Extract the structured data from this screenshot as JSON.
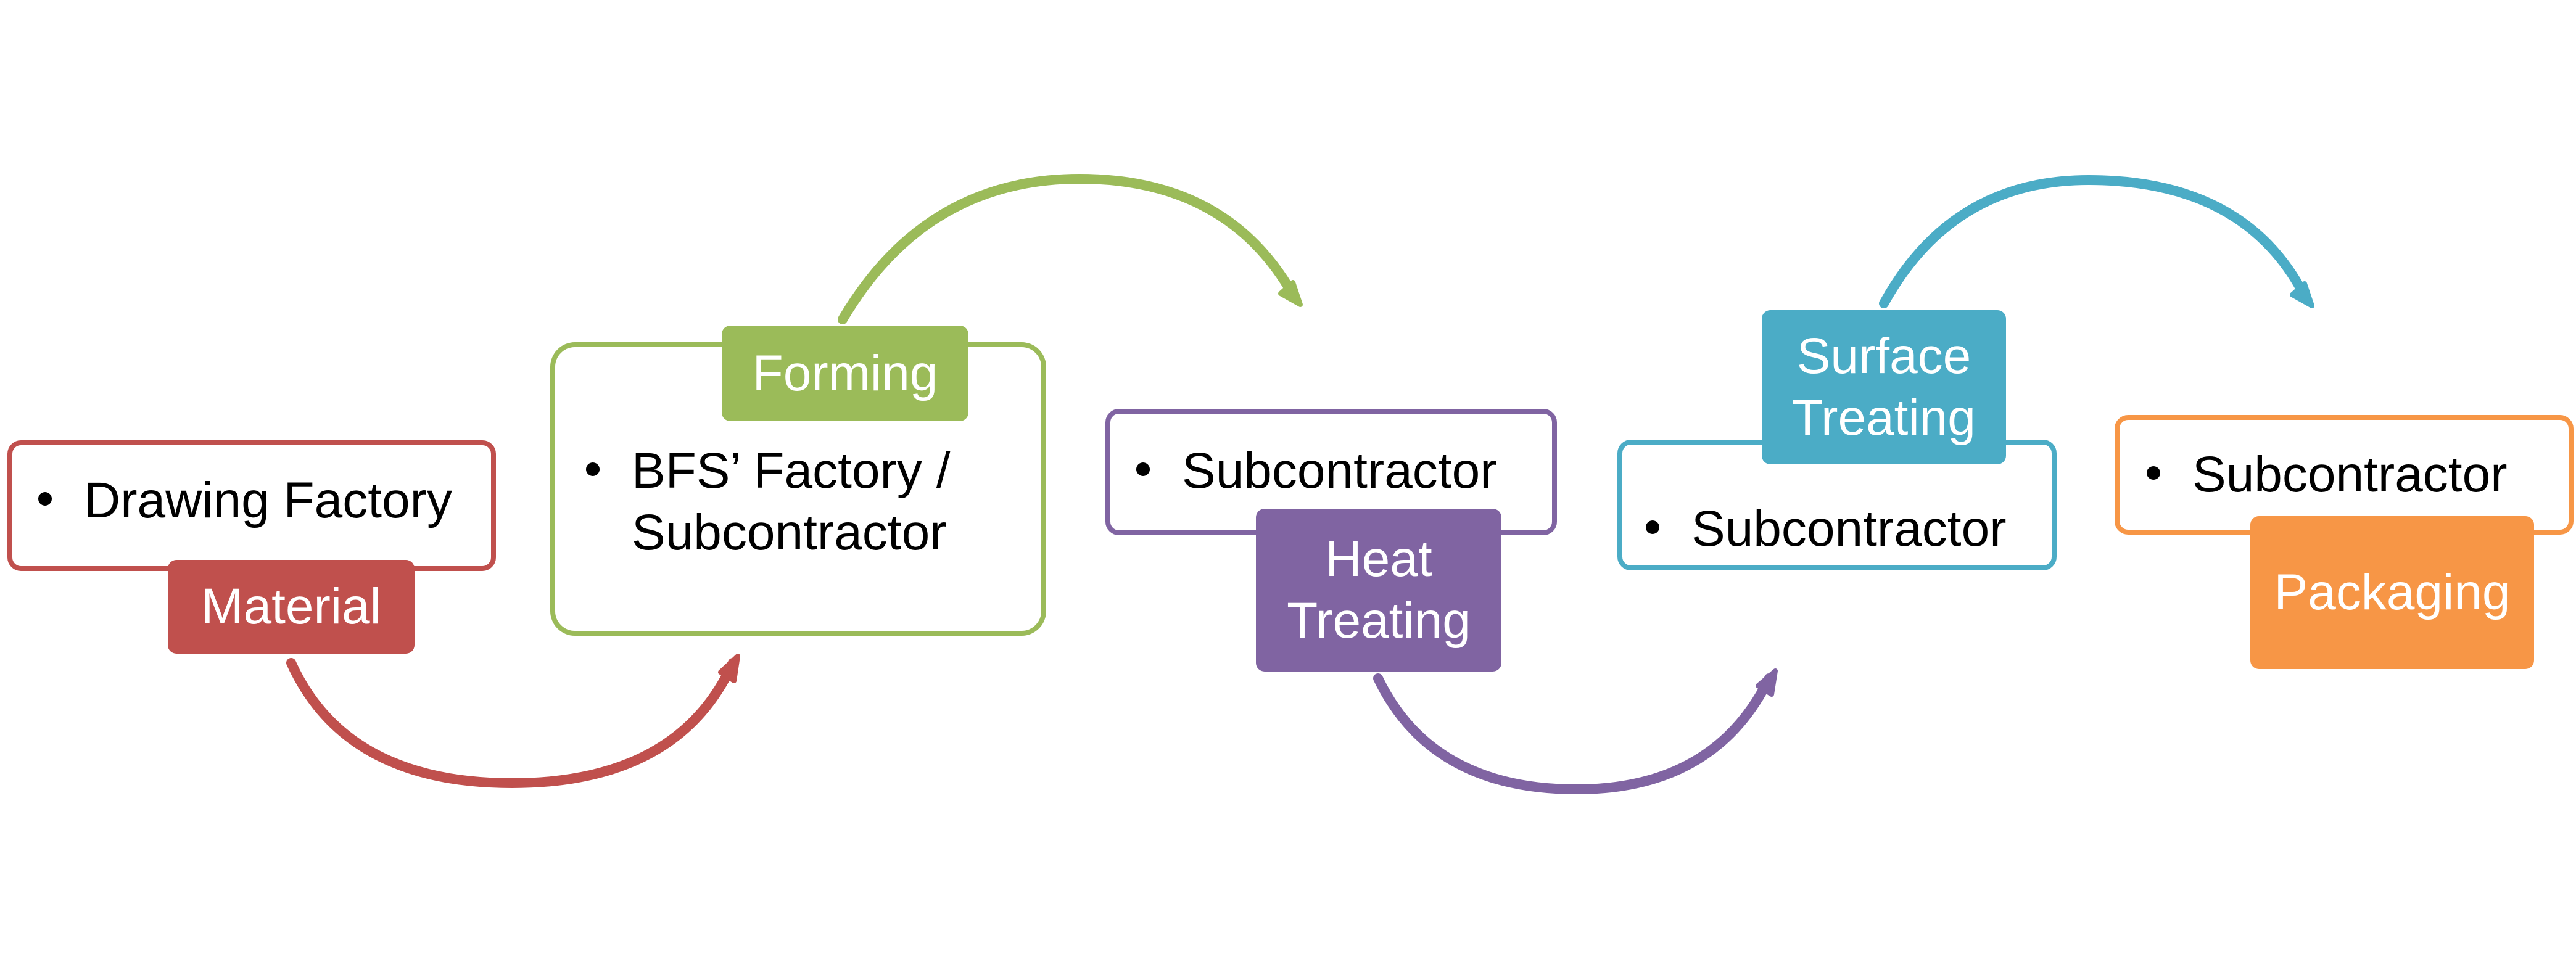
{
  "diagram": {
    "steps": [
      {
        "id": "material",
        "label": "Material",
        "bullet": "Drawing Factory",
        "color": "#c0504d"
      },
      {
        "id": "forming",
        "label": "Forming",
        "bullet_line1": "BFS’ Factory /",
        "bullet_line2": "Subcontractor",
        "color": "#9bbb59"
      },
      {
        "id": "heat-treating",
        "label_line1": "Heat",
        "label_line2": "Treating",
        "bullet": "Subcontractor",
        "color": "#8064a2"
      },
      {
        "id": "surface-treating",
        "label_line1": "Surface",
        "label_line2": "Treating",
        "bullet": "Subcontractor",
        "color": "#4bacc6"
      },
      {
        "id": "packaging",
        "label": "Packaging",
        "bullet": "Subcontractor",
        "color": "#f79646"
      }
    ]
  }
}
